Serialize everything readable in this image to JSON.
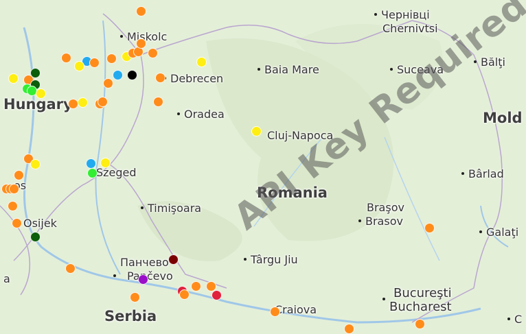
{
  "map": {
    "watermark": "API Key Required",
    "countries": [
      "Hungary",
      "Romania",
      "Serbia",
      "Mold"
    ],
    "cities": {
      "miskolc": "Miskolc",
      "chernivtsi_cyr": "Чернівці",
      "chernivtsi": "Chernivtsi",
      "baia_mare": "Baia Mare",
      "suceava": "Suceava",
      "balti": "Bălţi",
      "debrecen": "Debrecen",
      "oradea": "Oradea",
      "cluj": "Cluj-Napoca",
      "szeged": "Szeged",
      "barlad": "Bârlad",
      "timisoara": "Timişoara",
      "brasov": "Braşov",
      "brasov2": "Brasov",
      "osijek": "Osijek",
      "galati": "Galaţi",
      "pancevo_cyr": "Панчево",
      "pancevo": "Pančevo",
      "targu_jiu": "Târgu Jiu",
      "bucuresti": "Bucureşti",
      "bucharest": "Bucharest",
      "craiova": "Craiova",
      "edge_c": "C",
      "edge_a": "a",
      "edge_os": "os"
    },
    "marker_colors": {
      "orange": "#ff8c1a",
      "yellow": "#ffee11",
      "blue": "#22aaee",
      "green": "#33ee33",
      "darkgreen": "#0b5e0b",
      "black": "#000000",
      "darkred": "#7a0000",
      "purple": "#9a10c8",
      "crimson": "#e0203c"
    },
    "colors": {
      "land": "#e4efd8",
      "border": "#b9a6cf",
      "river": "#9fc7e8"
    }
  }
}
